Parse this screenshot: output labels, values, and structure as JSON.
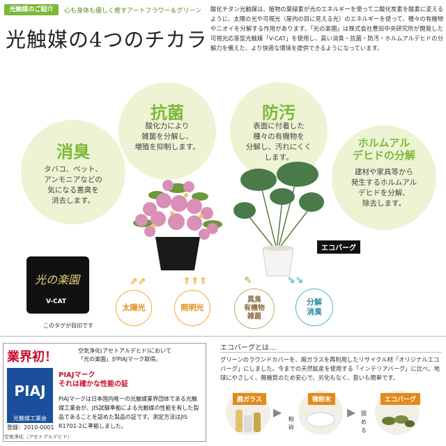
{
  "header": {
    "tag": "光触媒のご紹介",
    "subtitle": "心も身体も優しく癒すアートフラワー＆グリーン",
    "title": "光触媒の4つのチカラ",
    "intro": "酸化チタン光触媒は、植物の葉緑素が光のエネルギーを使って二酸化炭素を酸素に変えるように、太陽の光や可視光（屋内の目に見える光）のエネルギーを使って、種々の有機物やニオイを分解する作用があります。「光の楽園」は株式会社豊田中央研究所が開発した可視光応答型光触媒「V-CAT」を使用し、高い消臭・抗菌・防汚・ホルムアルデヒドの分解力を備えた、より快適な環境を提供できるようになっています。"
  },
  "powers": [
    {
      "title": "消臭",
      "body": "タバコ、ペット、\nアンモニアなどの\n気になる悪臭を\n消去します。"
    },
    {
      "title": "抗菌",
      "body": "酸化力により\n雑菌を分解し、\n増殖を抑制します。"
    },
    {
      "title": "防汚",
      "body": "表面に付着した\n種々の有機物を\n分解し、汚れにくく\nします。"
    },
    {
      "title": "ホルムアル\nデヒドの分解",
      "body": "建材や家具等から\n発生するホルムアル\nデヒドを分解、\n除去します。"
    }
  ],
  "ecobag_label": "エコバーグ",
  "sources": [
    {
      "label": "太陽光",
      "color": "#f2a93a"
    },
    {
      "label": "照明光",
      "color": "#f2a93a"
    },
    {
      "label": "異臭\n有機物\n雑菌",
      "color": "#c6a46b"
    },
    {
      "label": "分解\n消臭",
      "color": "#4fb3c9"
    }
  ],
  "tag_card": {
    "brand": "光の楽園",
    "maker": "V-CAT",
    "caption": "このタグが目印です"
  },
  "pia": {
    "headline": "業界初！",
    "headline_note": "空気浄化(アセトアルデヒド)において\n「光の楽園」がPIAJマーク取得。",
    "logo": "PIAJ",
    "logo_sub": "光触媒工業会",
    "reg": "登録：2010-0001",
    "reg_sub": "空気浄化（アセトアルデヒド）",
    "mark_head": "PIAJマーク\nそれは確かな性能の証",
    "mark_body": "PIAJマークは日本国内唯一の光触媒業界団体である光触媒工業会が、JIS試験準拠による光触媒の性能を有した製品であることを認めた製品の証です。測定方法はJIS R1701-2に準拠しました。"
  },
  "eco": {
    "heading": "エコバーグとは…",
    "body": "グリーンのラウンドカバーを、廃ガラスを再利用したリサイクル材「オリジナルエコバーグ」にしました。今までの天然鉱産を使用する「インテリアバーグ」に比べ、地球にやさしく、無機質のため安心で、劣化もなく、扱いも簡単です。",
    "steps": [
      {
        "label": "廃ガラス"
      },
      {
        "label": "微粉末"
      },
      {
        "label": "エコバーグ"
      }
    ],
    "arrows": [
      "粉\n砕",
      "固\nめ\nる"
    ]
  }
}
